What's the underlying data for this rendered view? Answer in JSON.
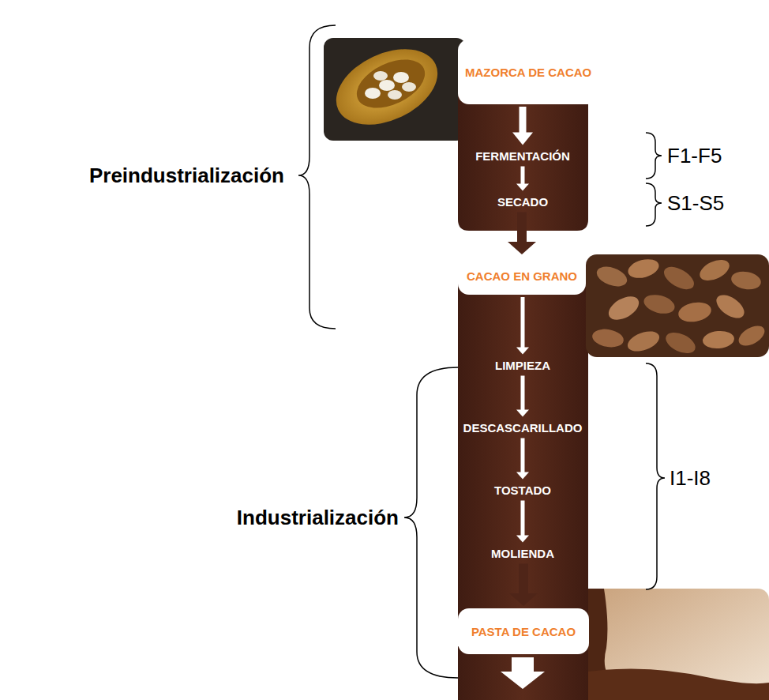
{
  "diagram": {
    "nodes": [
      {
        "text": [
          "MAZORCA DE CACAO"
        ]
      },
      {
        "text": [
          "FERMENTACIÓN"
        ]
      },
      {
        "text": [
          "SECADO"
        ]
      },
      {
        "text": [
          "CACAO EN GRANO"
        ]
      },
      {
        "text": [
          "LIMPIEZA"
        ]
      },
      {
        "text": [
          "DESCASCARILLADO"
        ]
      },
      {
        "text": [
          "TOSTADO"
        ]
      },
      {
        "text": [
          "MOLIENDA"
        ]
      },
      {
        "text": [
          "PASTA DE CACAO"
        ]
      }
    ],
    "edges": [
      {
        "from": 0,
        "to": 1,
        "arrow": "to"
      },
      {
        "from": 1,
        "to": 2,
        "arrow": "to"
      },
      {
        "from": 2,
        "to": 3,
        "arrow": "to"
      },
      {
        "from": 3,
        "to": 4,
        "arrow": "to"
      },
      {
        "from": 4,
        "to": 5,
        "arrow": "to"
      },
      {
        "from": 5,
        "to": 6,
        "arrow": "to"
      },
      {
        "from": 6,
        "to": 7,
        "arrow": "to"
      },
      {
        "from": 7,
        "to": 8,
        "arrow": "to"
      }
    ],
    "labels": [
      "Preindustrialización",
      "Industrialización",
      "F1-F5",
      "S1-S5",
      "I1-I8"
    ]
  }
}
